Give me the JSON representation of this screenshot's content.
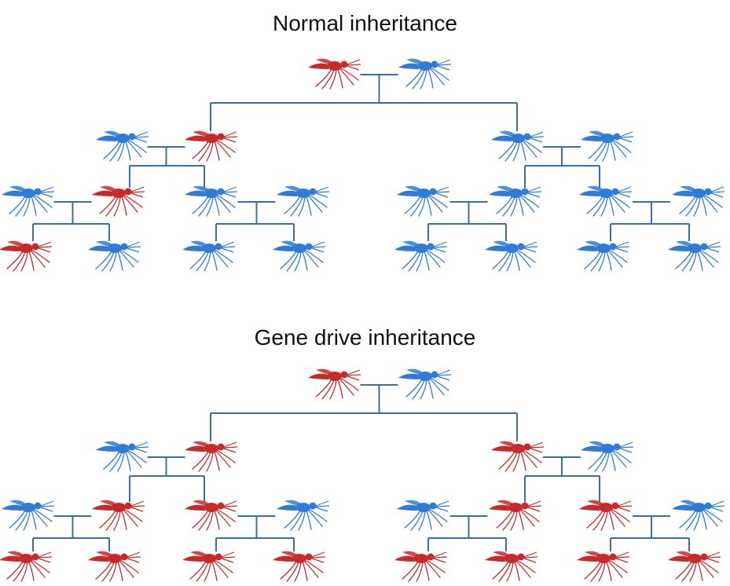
{
  "colors": {
    "wild_type": "#2f7bd6",
    "gene_drive": "#c62a2a",
    "line": "#3b6ea8"
  },
  "panels": [
    {
      "title": "Normal inheritance",
      "parents": [
        "red",
        "blue"
      ],
      "generation2": [
        {
          "pair": [
            "blue",
            "red"
          ],
          "offspring": [
            {
              "pair": [
                "blue",
                "red"
              ],
              "children": [
                "red",
                "blue"
              ]
            },
            {
              "pair": [
                "blue",
                "blue"
              ],
              "children": [
                "blue",
                "blue"
              ]
            }
          ]
        },
        {
          "pair": [
            "blue",
            "blue"
          ],
          "offspring": [
            {
              "pair": [
                "blue",
                "blue"
              ],
              "children": [
                "blue",
                "blue"
              ]
            },
            {
              "pair": [
                "blue",
                "blue"
              ],
              "children": [
                "blue",
                "blue"
              ]
            }
          ]
        }
      ]
    },
    {
      "title": "Gene drive inheritance",
      "parents": [
        "red",
        "blue"
      ],
      "generation2": [
        {
          "pair": [
            "blue",
            "red"
          ],
          "offspring": [
            {
              "pair": [
                "blue",
                "red"
              ],
              "children": [
                "red",
                "red"
              ]
            },
            {
              "pair": [
                "red",
                "blue"
              ],
              "children": [
                "red",
                "red"
              ]
            }
          ]
        },
        {
          "pair": [
            "red",
            "blue"
          ],
          "offspring": [
            {
              "pair": [
                "blue",
                "red"
              ],
              "children": [
                "red",
                "red"
              ]
            },
            {
              "pair": [
                "red",
                "blue"
              ],
              "children": [
                "red",
                "red"
              ]
            }
          ]
        }
      ]
    }
  ]
}
